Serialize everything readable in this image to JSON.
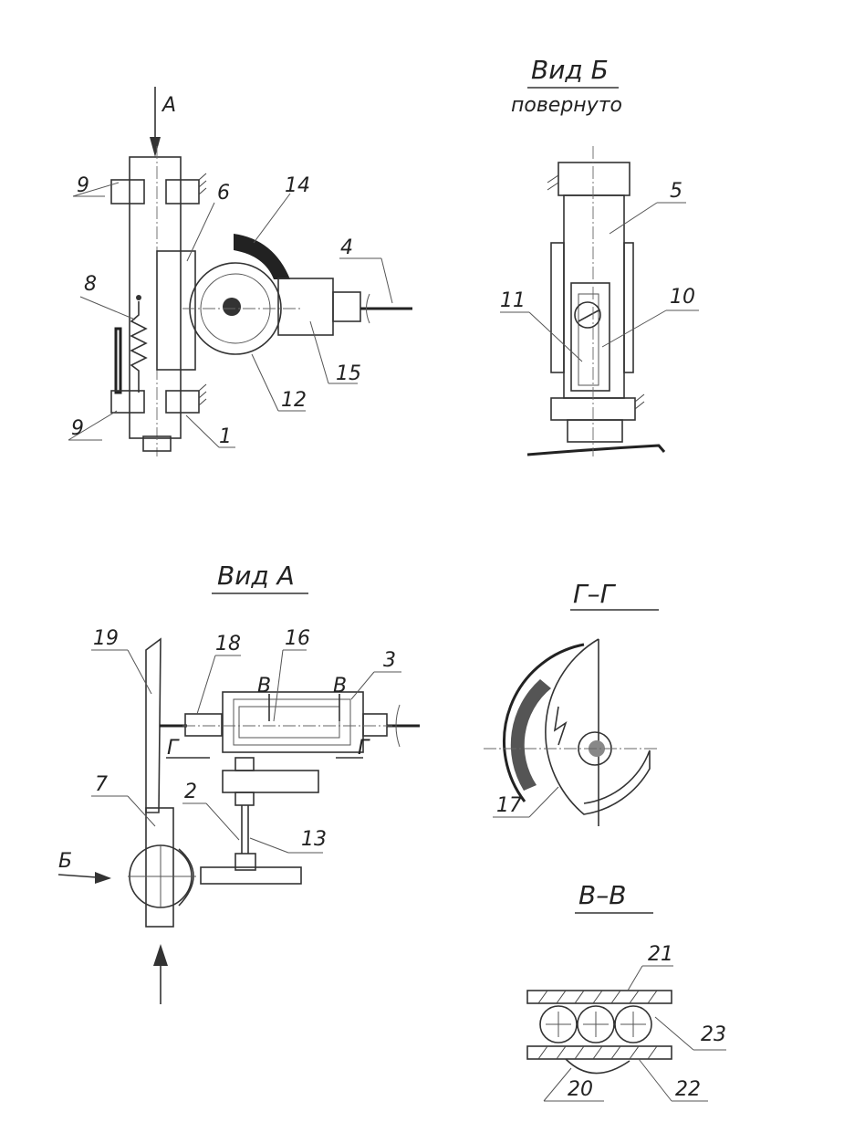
{
  "views": {
    "view_b_title": "Вид Б",
    "view_b_subtitle": "повернуто",
    "view_a_title": "Вид А",
    "section_g_title": "Г–Г",
    "section_v_title": "В–В"
  },
  "arrows": {
    "a": "А",
    "b": "Б",
    "v_left": "В",
    "v_right": "В",
    "g_left": "Г",
    "g_right": "Г"
  },
  "labels": {
    "main": [
      "9",
      "6",
      "14",
      "4",
      "8",
      "15",
      "12",
      "9",
      "1"
    ],
    "view_b": [
      "5",
      "11",
      "10"
    ],
    "view_a": [
      "19",
      "18",
      "16",
      "3",
      "7",
      "2",
      "13"
    ],
    "section_g": [
      "17"
    ],
    "section_v": [
      "21",
      "23",
      "20",
      "22"
    ]
  }
}
